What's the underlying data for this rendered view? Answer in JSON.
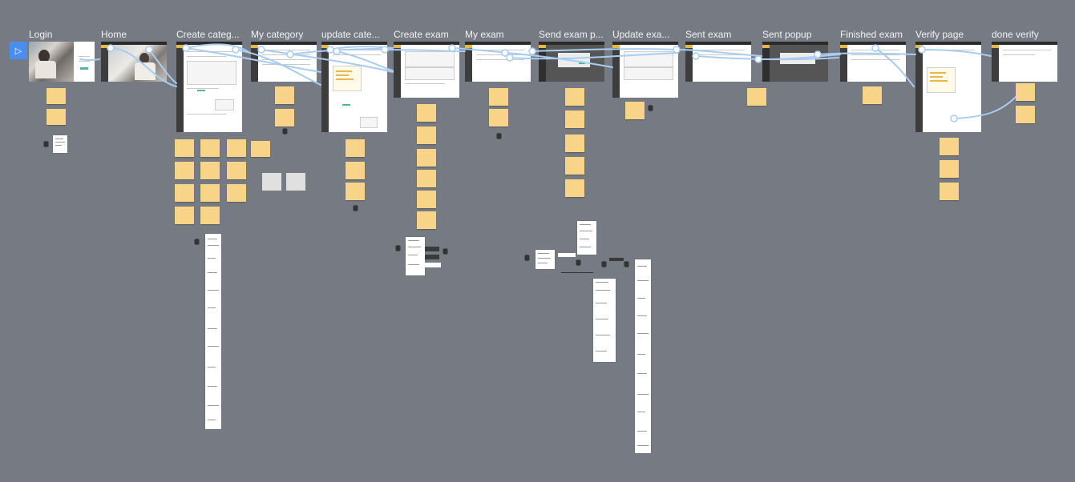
{
  "canvas": {
    "background": "#767a82",
    "play_icon": "play-icon"
  },
  "frames": [
    {
      "id": "login",
      "title": "Login"
    },
    {
      "id": "home",
      "title": "Home"
    },
    {
      "id": "create-category",
      "title": "Create categ..."
    },
    {
      "id": "my-category",
      "title": "My category"
    },
    {
      "id": "update-category",
      "title": "update cate..."
    },
    {
      "id": "create-exam",
      "title": "Create exam"
    },
    {
      "id": "my-exam",
      "title": "My exam"
    },
    {
      "id": "send-exam-popup",
      "title": "Send exam p..."
    },
    {
      "id": "update-exam",
      "title": "Update exa..."
    },
    {
      "id": "sent-exam",
      "title": "Sent exam"
    },
    {
      "id": "sent-popup",
      "title": "Sent popup"
    },
    {
      "id": "finished-exam",
      "title": "Finished exam"
    },
    {
      "id": "verify-page",
      "title": "Verify page"
    },
    {
      "id": "done-verify",
      "title": "done verify"
    }
  ],
  "colors": {
    "sticky": "#f7d487",
    "connector": "#a9cdf0",
    "frame_bg": "#ffffff",
    "accent": "#e6b74a",
    "play_button": "#4a8df0"
  }
}
